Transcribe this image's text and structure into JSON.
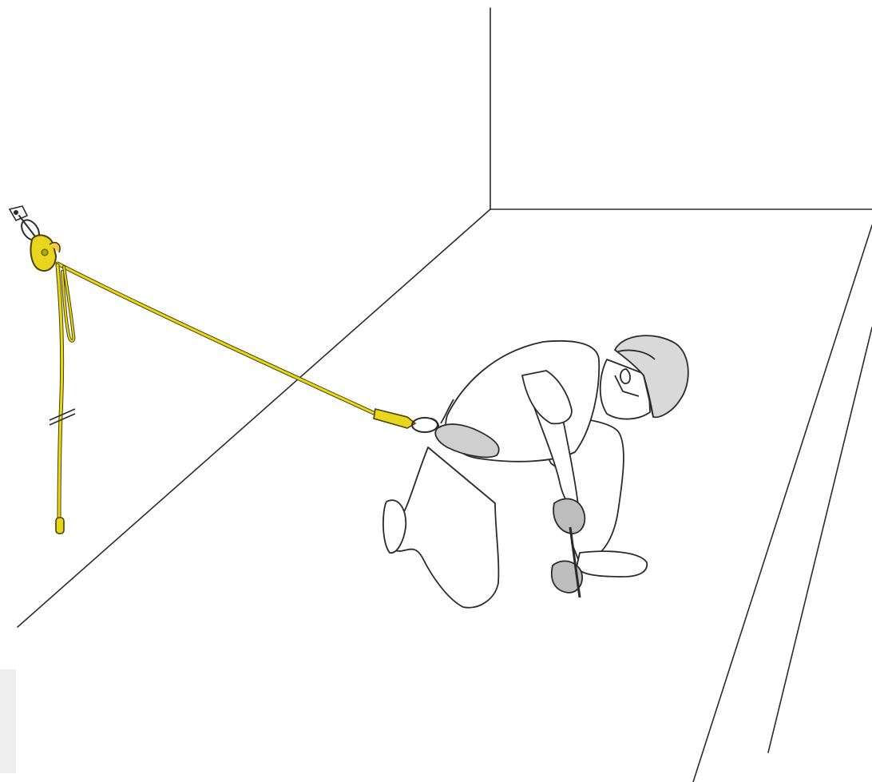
{
  "scene": {
    "description_tags": [
      "worker-kneeling",
      "fall-arrest-lanyard",
      "rope-adjuster",
      "anchor",
      "roof-edge"
    ],
    "colors": {
      "background": "#ffffff",
      "outline": "#2b2b2b",
      "rope": "#e8d51e",
      "rope_outline": "#4a4300",
      "helmet": "#d9d9d9",
      "harness": "#cfcfcf",
      "glove": "#bdbdbd"
    },
    "icons": [
      "anchor-icon",
      "rope-adjuster-icon",
      "helmet-icon",
      "harness-icon",
      "carabiner-icon"
    ]
  }
}
